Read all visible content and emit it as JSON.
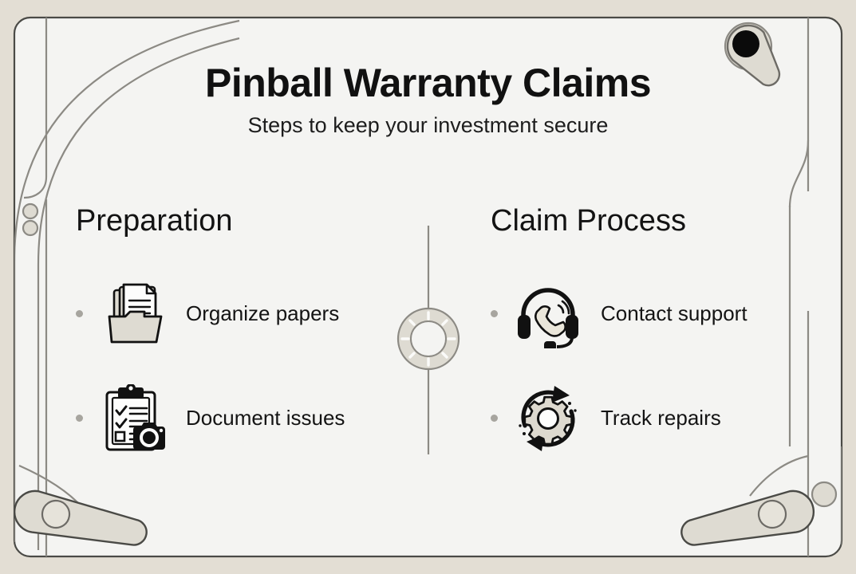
{
  "header": {
    "title": "Pinball Warranty Claims",
    "subtitle": "Steps to keep your investment secure"
  },
  "columns": [
    {
      "heading": "Preparation",
      "items": [
        {
          "label": "Organize papers",
          "icon": "folder-documents-icon"
        },
        {
          "label": "Document issues",
          "icon": "clipboard-camera-icon"
        }
      ]
    },
    {
      "heading": "Claim Process",
      "items": [
        {
          "label": "Contact support",
          "icon": "headset-phone-icon"
        },
        {
          "label": "Track repairs",
          "icon": "gear-refresh-icon"
        }
      ]
    }
  ],
  "decorations": {
    "divider": "vertical-divider",
    "center_bumper": "pinball-bumper-icon",
    "top_left_lane_arc": "ball-lane-arc",
    "top_right_flipper": "flipper-icon",
    "bottom_left_flipper": "flipper-icon",
    "bottom_right_flipper": "flipper-icon",
    "left_posts": [
      "bumper-post-icon",
      "bumper-post-icon"
    ],
    "right_post": "bumper-post-icon"
  },
  "colors": {
    "page_background": "#e3ded4",
    "card_background": "#f4f4f2",
    "card_border": "#4a4a46",
    "line": "#8c8a84",
    "part_fill": "#dedbd2",
    "ink": "#111111",
    "bullet": "#a7a59f",
    "icon_fill": "#ddd9cf"
  }
}
